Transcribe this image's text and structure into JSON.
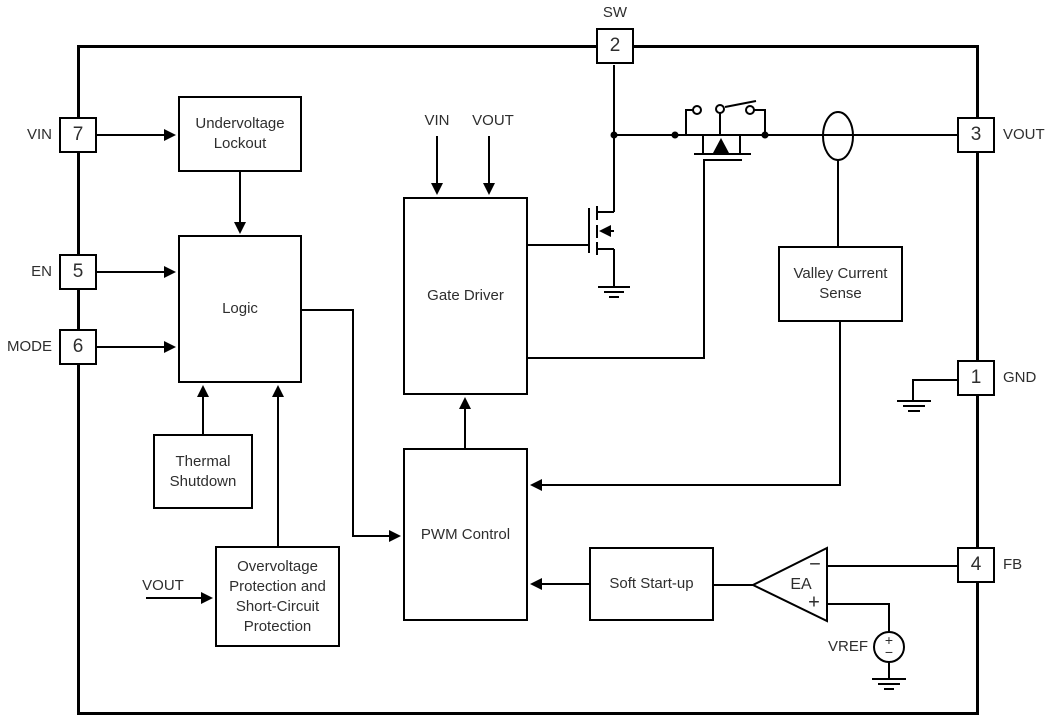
{
  "diagram": {
    "background": "#ffffff",
    "line_color": "#000000",
    "text_color": "#2e2e2e"
  },
  "pins": {
    "sw": {
      "number": "2",
      "label": "SW"
    },
    "vin": {
      "number": "7",
      "label": "VIN"
    },
    "en": {
      "number": "5",
      "label": "EN"
    },
    "mode": {
      "number": "6",
      "label": "MODE"
    },
    "vout": {
      "number": "3",
      "label": "VOUT"
    },
    "gnd": {
      "number": "1",
      "label": "GND"
    },
    "fb": {
      "number": "4",
      "label": "FB"
    }
  },
  "blocks": {
    "uvlo": "Undervoltage Lockout",
    "logic": "Logic",
    "thermal": "Thermal Shutdown",
    "ovp": "Overvoltage Protection and Short-Circuit Protection",
    "gate_driver": "Gate Driver",
    "pwm": "PWM Control",
    "soft_start": "Soft Start-up",
    "valley": "Valley Current Sense"
  },
  "labels": {
    "gd_vin": "VIN",
    "gd_vout": "VOUT",
    "ovp_vout": "VOUT",
    "vref": "VREF",
    "ea": "EA",
    "ea_minus": "−",
    "ea_plus": "+",
    "vref_plus": "+",
    "vref_minus": "−"
  }
}
